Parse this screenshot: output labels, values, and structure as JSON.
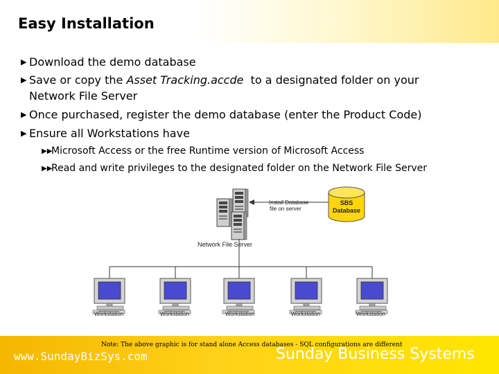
{
  "slide": {
    "title": "Easy Installation",
    "bullets": [
      {
        "text": "Download the demo database"
      },
      {
        "pre": "Save or copy the ",
        "italic": "Asset Tracking.accde",
        "post": "  to a designated folder on your"
      },
      {
        "text": "Network File Server"
      },
      {
        "text": "Once purchased, register the demo database (enter the Product Code)"
      },
      {
        "text": "Ensure all Workstations have"
      }
    ],
    "sub_bullets": [
      "Microsoft Access or the free Runtime version of Microsoft Access",
      "Read and write privileges to the designated folder on the Network File Server"
    ],
    "bullet_glyph": "▶",
    "sub_bullet_glyph": "▶▶"
  },
  "diagram": {
    "server_label": "Network File Server",
    "install_label_line1": "Install Database",
    "install_label_line2": "file on server",
    "db_label_line1": "SBS",
    "db_label_line2": "Database",
    "workstation_label": "Workstation",
    "db_color": "#ffd60a"
  },
  "footer": {
    "note": "Note:  The above graphic is for stand alone Access databases - SQL configurations are different",
    "url": "www.SundayBizSys.com",
    "company": "Sunday Business Systems"
  }
}
